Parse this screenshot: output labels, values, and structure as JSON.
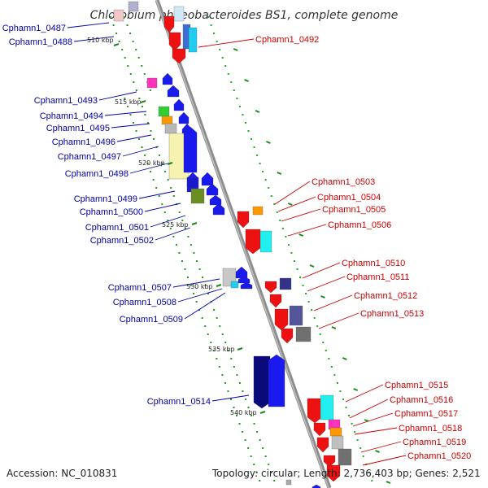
{
  "title": "Chlorobium phaeobacteroides BS1, complete genome",
  "footer": {
    "accession": "Accession: NC_010831",
    "topology": "Topology: circular; Length: 2,736,403 bp; Genes: 2,521"
  },
  "scale_labels": [
    "510 kbp",
    "515 kbp",
    "520 kbp",
    "525 kbp",
    "530 kbp",
    "535 kbp",
    "540 kbp"
  ],
  "left_genes": [
    "Cphamn1_0487",
    "Cphamn1_0488",
    "Cphamn1_0493",
    "Cphamn1_0494",
    "Cphamn1_0495",
    "Cphamn1_0496",
    "Cphamn1_0497",
    "Cphamn1_0498",
    "Cphamn1_0499",
    "Cphamn1_0500",
    "Cphamn1_0501",
    "Cphamn1_0502",
    "Cphamn1_0507",
    "Cphamn1_0508",
    "Cphamn1_0509",
    "Cphamn1_0514"
  ],
  "right_genes": [
    "Cphamn1_0492",
    "Cphamn1_0503",
    "Cphamn1_0504",
    "Cphamn1_0505",
    "Cphamn1_0506",
    "Cphamn1_0510",
    "Cphamn1_0511",
    "Cphamn1_0512",
    "Cphamn1_0513",
    "Cphamn1_0515",
    "Cphamn1_0516",
    "Cphamn1_0517",
    "Cphamn1_0518",
    "Cphamn1_0519",
    "Cphamn1_0520"
  ],
  "colors": {
    "left_label": "#0000aa",
    "right_label": "#cc0000",
    "backbone": "#8c8c8c",
    "tick": "#1a8a1a",
    "forward_gene": "#1a1aee",
    "reverse_gene": "#ee1111"
  }
}
